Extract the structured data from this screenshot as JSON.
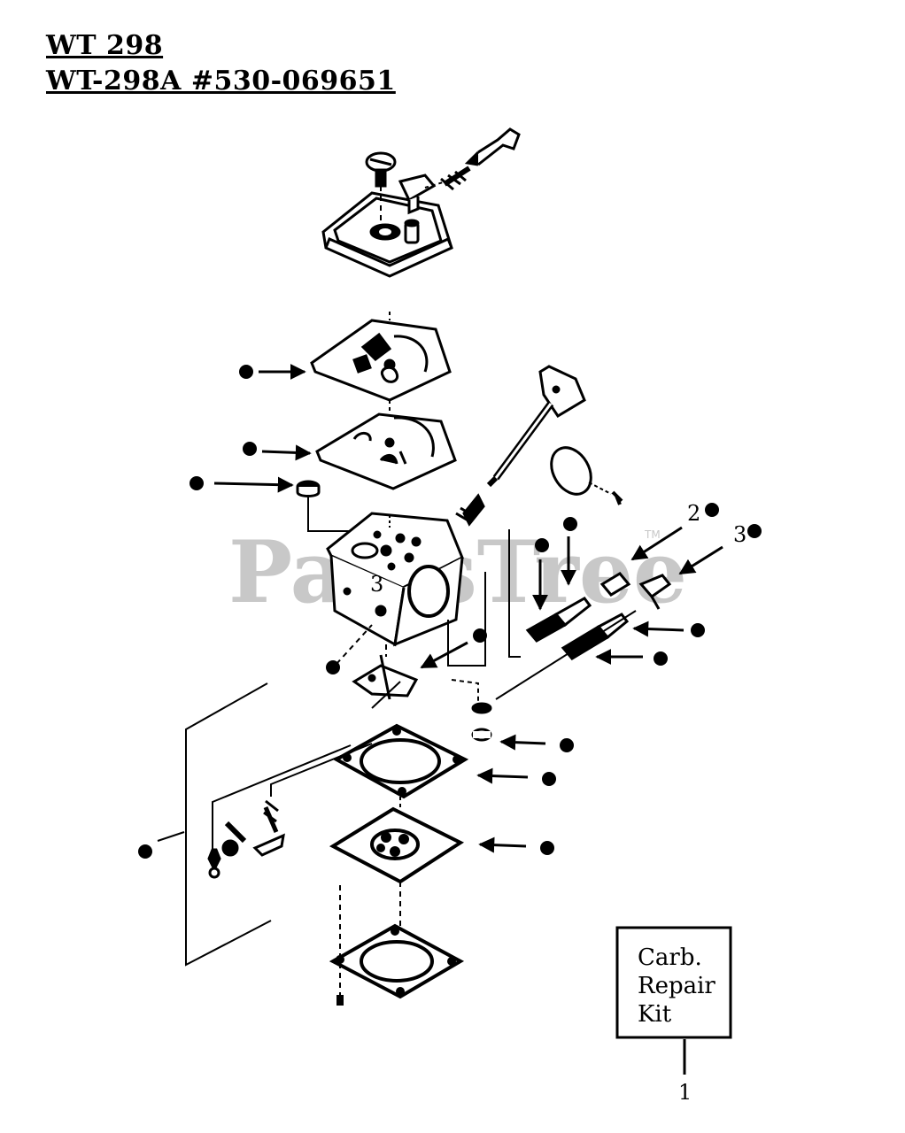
{
  "header": {
    "title_line1": "WT 298",
    "title_line2": "WT-298A #530-069651"
  },
  "watermark": {
    "text": "PartsTree",
    "tm": "TM"
  },
  "callouts": {
    "item1": "1",
    "item2": "2",
    "item3": "3",
    "body_mark": "3"
  },
  "repair_kit": {
    "line1": "Carb.",
    "line2": "Repair",
    "line3": "Kit"
  },
  "colors": {
    "ink": "#000000",
    "watermark": "#c8c8c8",
    "background": "#ffffff"
  }
}
